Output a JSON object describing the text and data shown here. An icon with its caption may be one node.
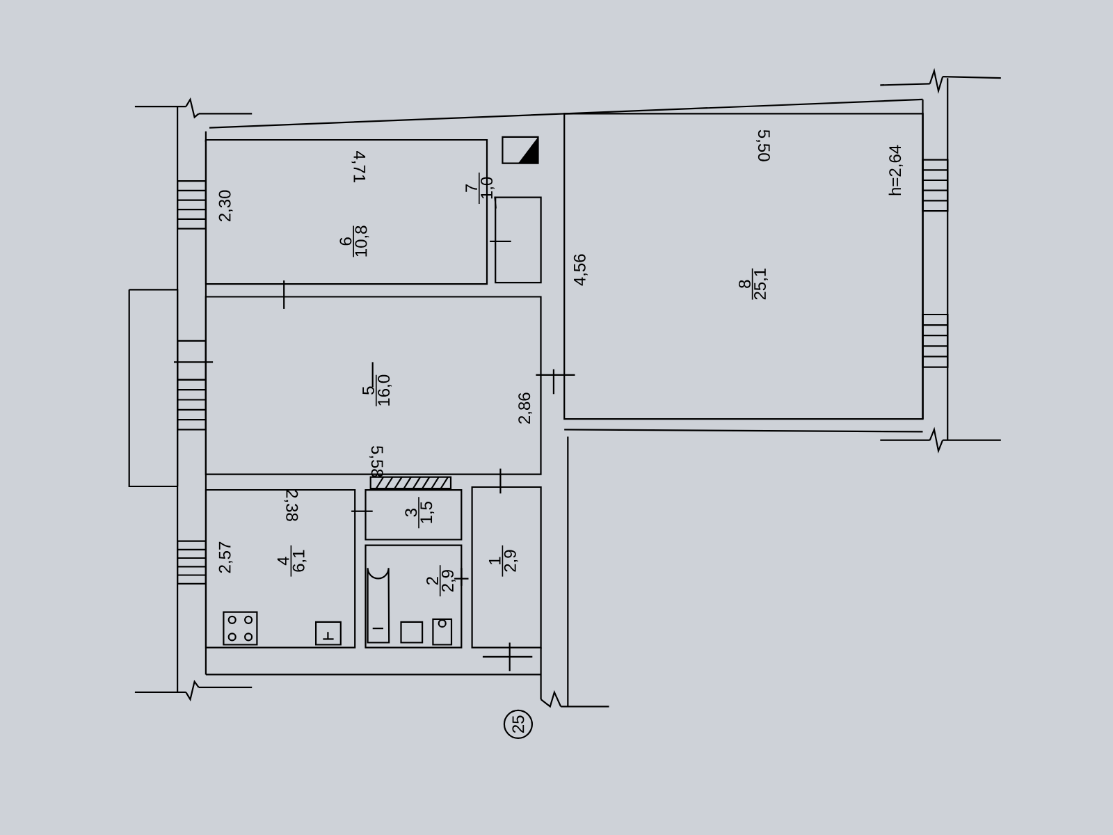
{
  "diagram": {
    "nodes": [
      {
        "text": [
          "6",
          "10,8"
        ]
      },
      {
        "text": [
          "7",
          "1,0"
        ]
      },
      {
        "text": [],
        "shape": "box"
      },
      {
        "text": [
          "8",
          "25,1"
        ]
      },
      {
        "text": [
          "5",
          "16,0"
        ]
      },
      {
        "text": [
          "4",
          "6,1"
        ]
      },
      {
        "text": [
          "3",
          "1,5"
        ]
      },
      {
        "text": [
          "2",
          "2,9"
        ]
      },
      {
        "text": [
          "1",
          "2,9"
        ]
      },
      {
        "text": [
          "25"
        ]
      }
    ],
    "edges": [
      {
        "from": 1,
        "to": 2,
        "arrow": "none"
      }
    ],
    "labels": [
      "4,71",
      "2,30",
      "5,50",
      "h=2,64",
      "4,56",
      "2,86",
      "5,58",
      "2,38",
      "2,57"
    ]
  }
}
